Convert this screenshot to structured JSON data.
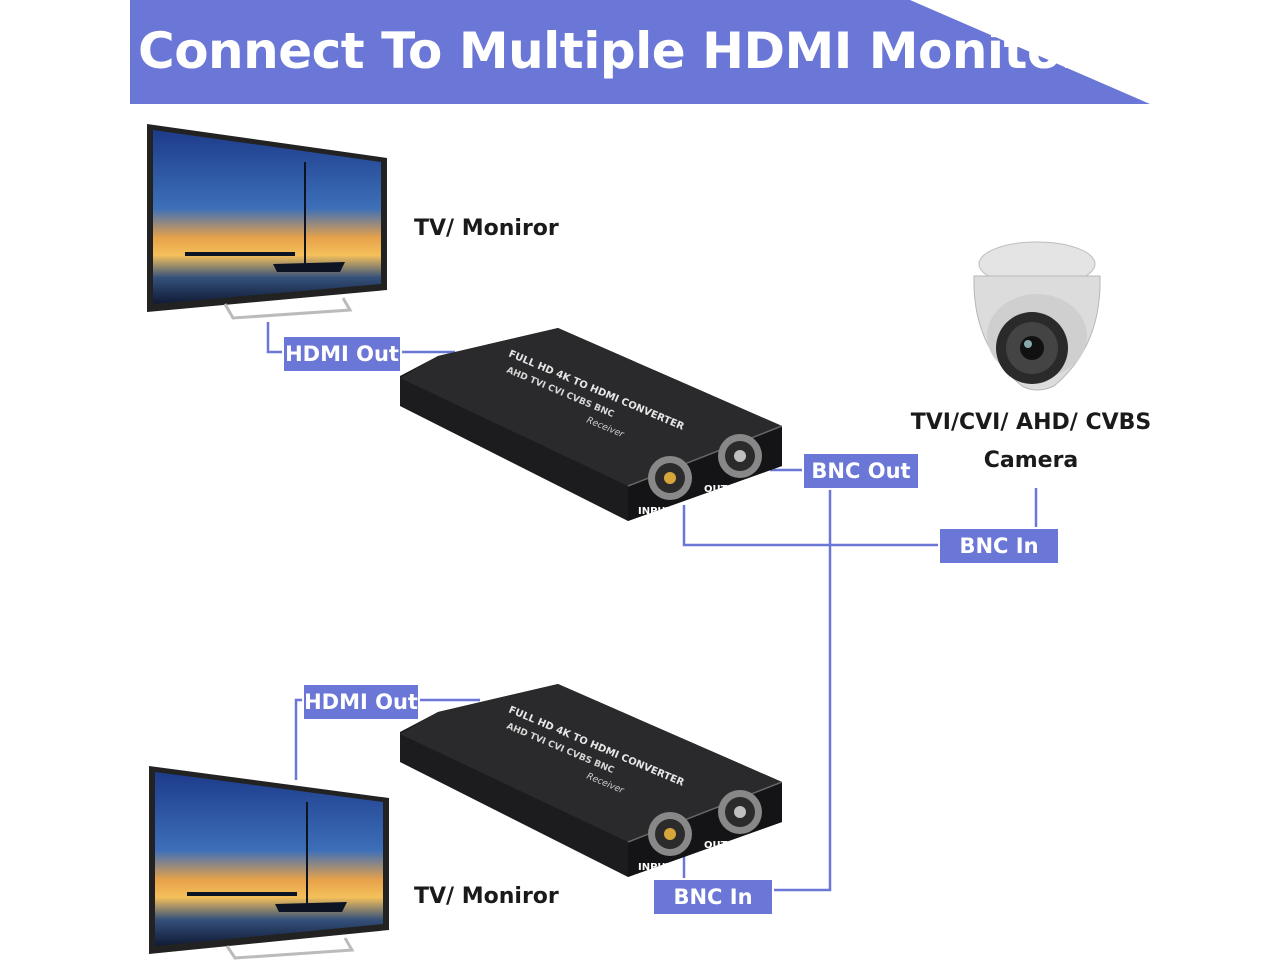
{
  "banner": {
    "title": "Connect To Multiple HDMI Monitors",
    "color": "#6b77d6"
  },
  "tv_top": {
    "caption": "TV/ Moniror"
  },
  "tv_bottom": {
    "caption": "TV/ Moniror"
  },
  "camera": {
    "type_line": "TVI/CVI/ AHD/ CVBS",
    "name_line": "Camera"
  },
  "converter": {
    "title_line": "FULL HD 4K TO HDMI CONVERTER",
    "sub_line": "AHD TVI CVI CVBS BNC",
    "badge": "Receiver",
    "input_label": "INPUT",
    "output_label": "OUTPUT"
  },
  "tags": {
    "hdmi_out_top": "HDMI Out",
    "bnc_out": "BNC Out",
    "bnc_in_top": "BNC In",
    "hdmi_out_bottom": "HDMI Out",
    "bnc_in_bottom": "BNC In"
  },
  "colors": {
    "accent": "#6b77d6",
    "line": "#6b77d6",
    "device": "#1c1c1e"
  }
}
